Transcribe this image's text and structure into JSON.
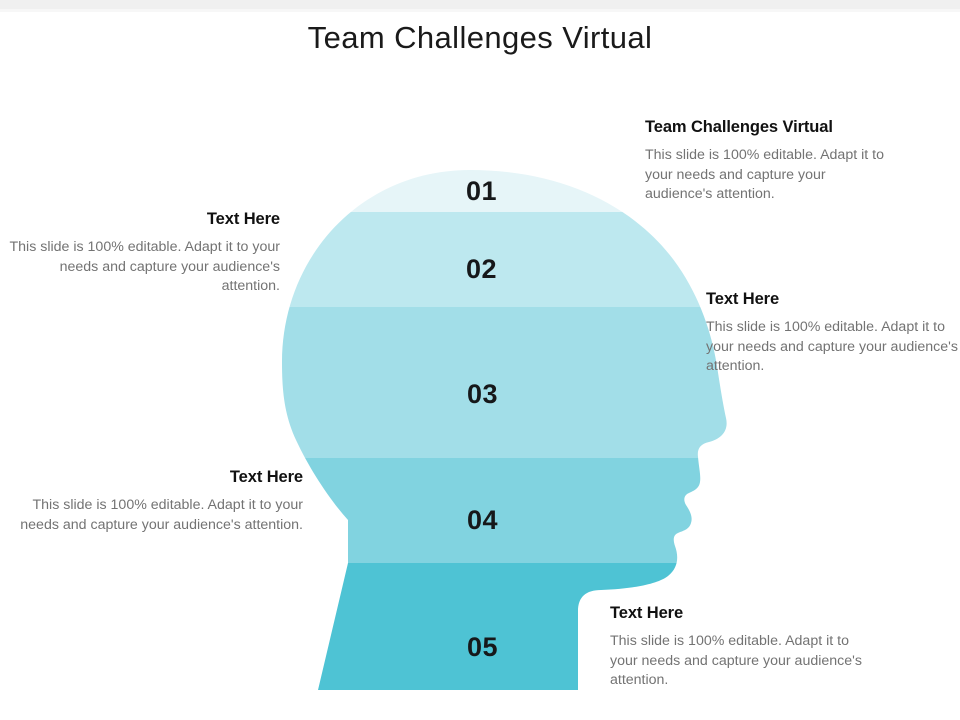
{
  "slide": {
    "title": "Team Challenges Virtual",
    "body_text": "This slide is 100% editable. Adapt it to your needs and capture your audience's attention."
  },
  "graphic": {
    "name": "head-silhouette-5-layer-diagram",
    "numbers": [
      "01",
      "02",
      "03",
      "04",
      "05"
    ],
    "band_colors": [
      "#e6f5f8",
      "#bde8ef",
      "#a2dee8",
      "#81d3e0",
      "#4ec3d4"
    ],
    "background": "#ffffff"
  },
  "callouts": [
    {
      "number": "01",
      "heading": "Team Challenges Virtual",
      "body": "This slide is 100% editable. Adapt it to your needs and capture your audience's attention.",
      "side": "right"
    },
    {
      "number": "02",
      "heading": "Text Here",
      "body": "This slide is 100% editable. Adapt it to your needs and capture your audience's attention.",
      "side": "left"
    },
    {
      "number": "03",
      "heading": "Text Here",
      "body": "This slide is 100% editable. Adapt it to your needs and capture your audience's attention.",
      "side": "right"
    },
    {
      "number": "04",
      "heading": "Text Here",
      "body": "This slide is 100% editable. Adapt it to your needs and capture your audience's attention.",
      "side": "left"
    },
    {
      "number": "05",
      "heading": "Text Here",
      "body": "This slide is 100% editable. Adapt it to your needs and capture your audience's attention.",
      "side": "right"
    }
  ],
  "colors": {
    "title_text": "#1a1a1a",
    "heading_text": "#111111",
    "body_text": "#737373",
    "number_text": "#16181a",
    "accent": "#4ec3d4",
    "top_bar": "#f0f0f0"
  }
}
